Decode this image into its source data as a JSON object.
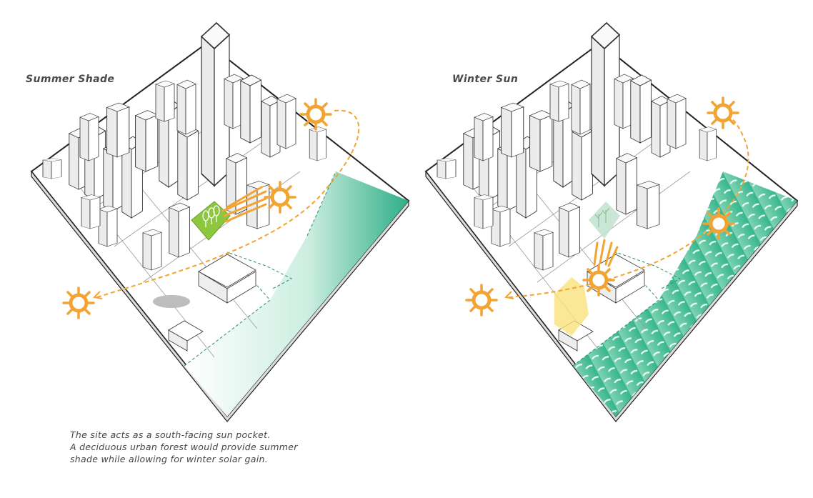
{
  "panels": {
    "left_title": "Summer Shade",
    "right_title": "Winter Sun"
  },
  "caption": {
    "line1": "The site acts as a south-facing sun pocket.",
    "line2": "A deciduous urban forest would provide summer",
    "line3": "shade while allowing for winter solar gain."
  },
  "colors": {
    "sun": "#f3a331",
    "water": "#2fae86",
    "forest_summer": "#8dc63f",
    "forest_winter": "#bfe3cc",
    "sun_pocket": "#f9e27d",
    "outline": "#222222"
  }
}
